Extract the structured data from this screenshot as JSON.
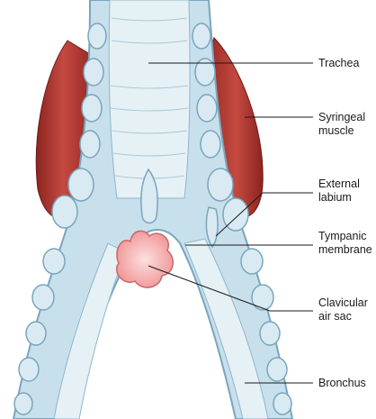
{
  "figure": {
    "labels": {
      "trachea": "Trachea",
      "syringeal_muscle": "Syringeal\nmuscle",
      "external_labium": "External\nlabium",
      "tympanic_membrane": "Tympanic\nmembrane",
      "clavicular_air_sac": "Clavicular\nair sac",
      "bronchus": "Bronchus"
    }
  },
  "colors": {
    "cartilage": "#c8e0ec",
    "cartilage_outline": "#7aa5bd",
    "lumen": "#e6f1f6",
    "muscle": "#b23a33",
    "muscle_dark": "#7e1f1b",
    "air_sac": "#f4a9aa",
    "leader_line": "#1a1a1a"
  }
}
